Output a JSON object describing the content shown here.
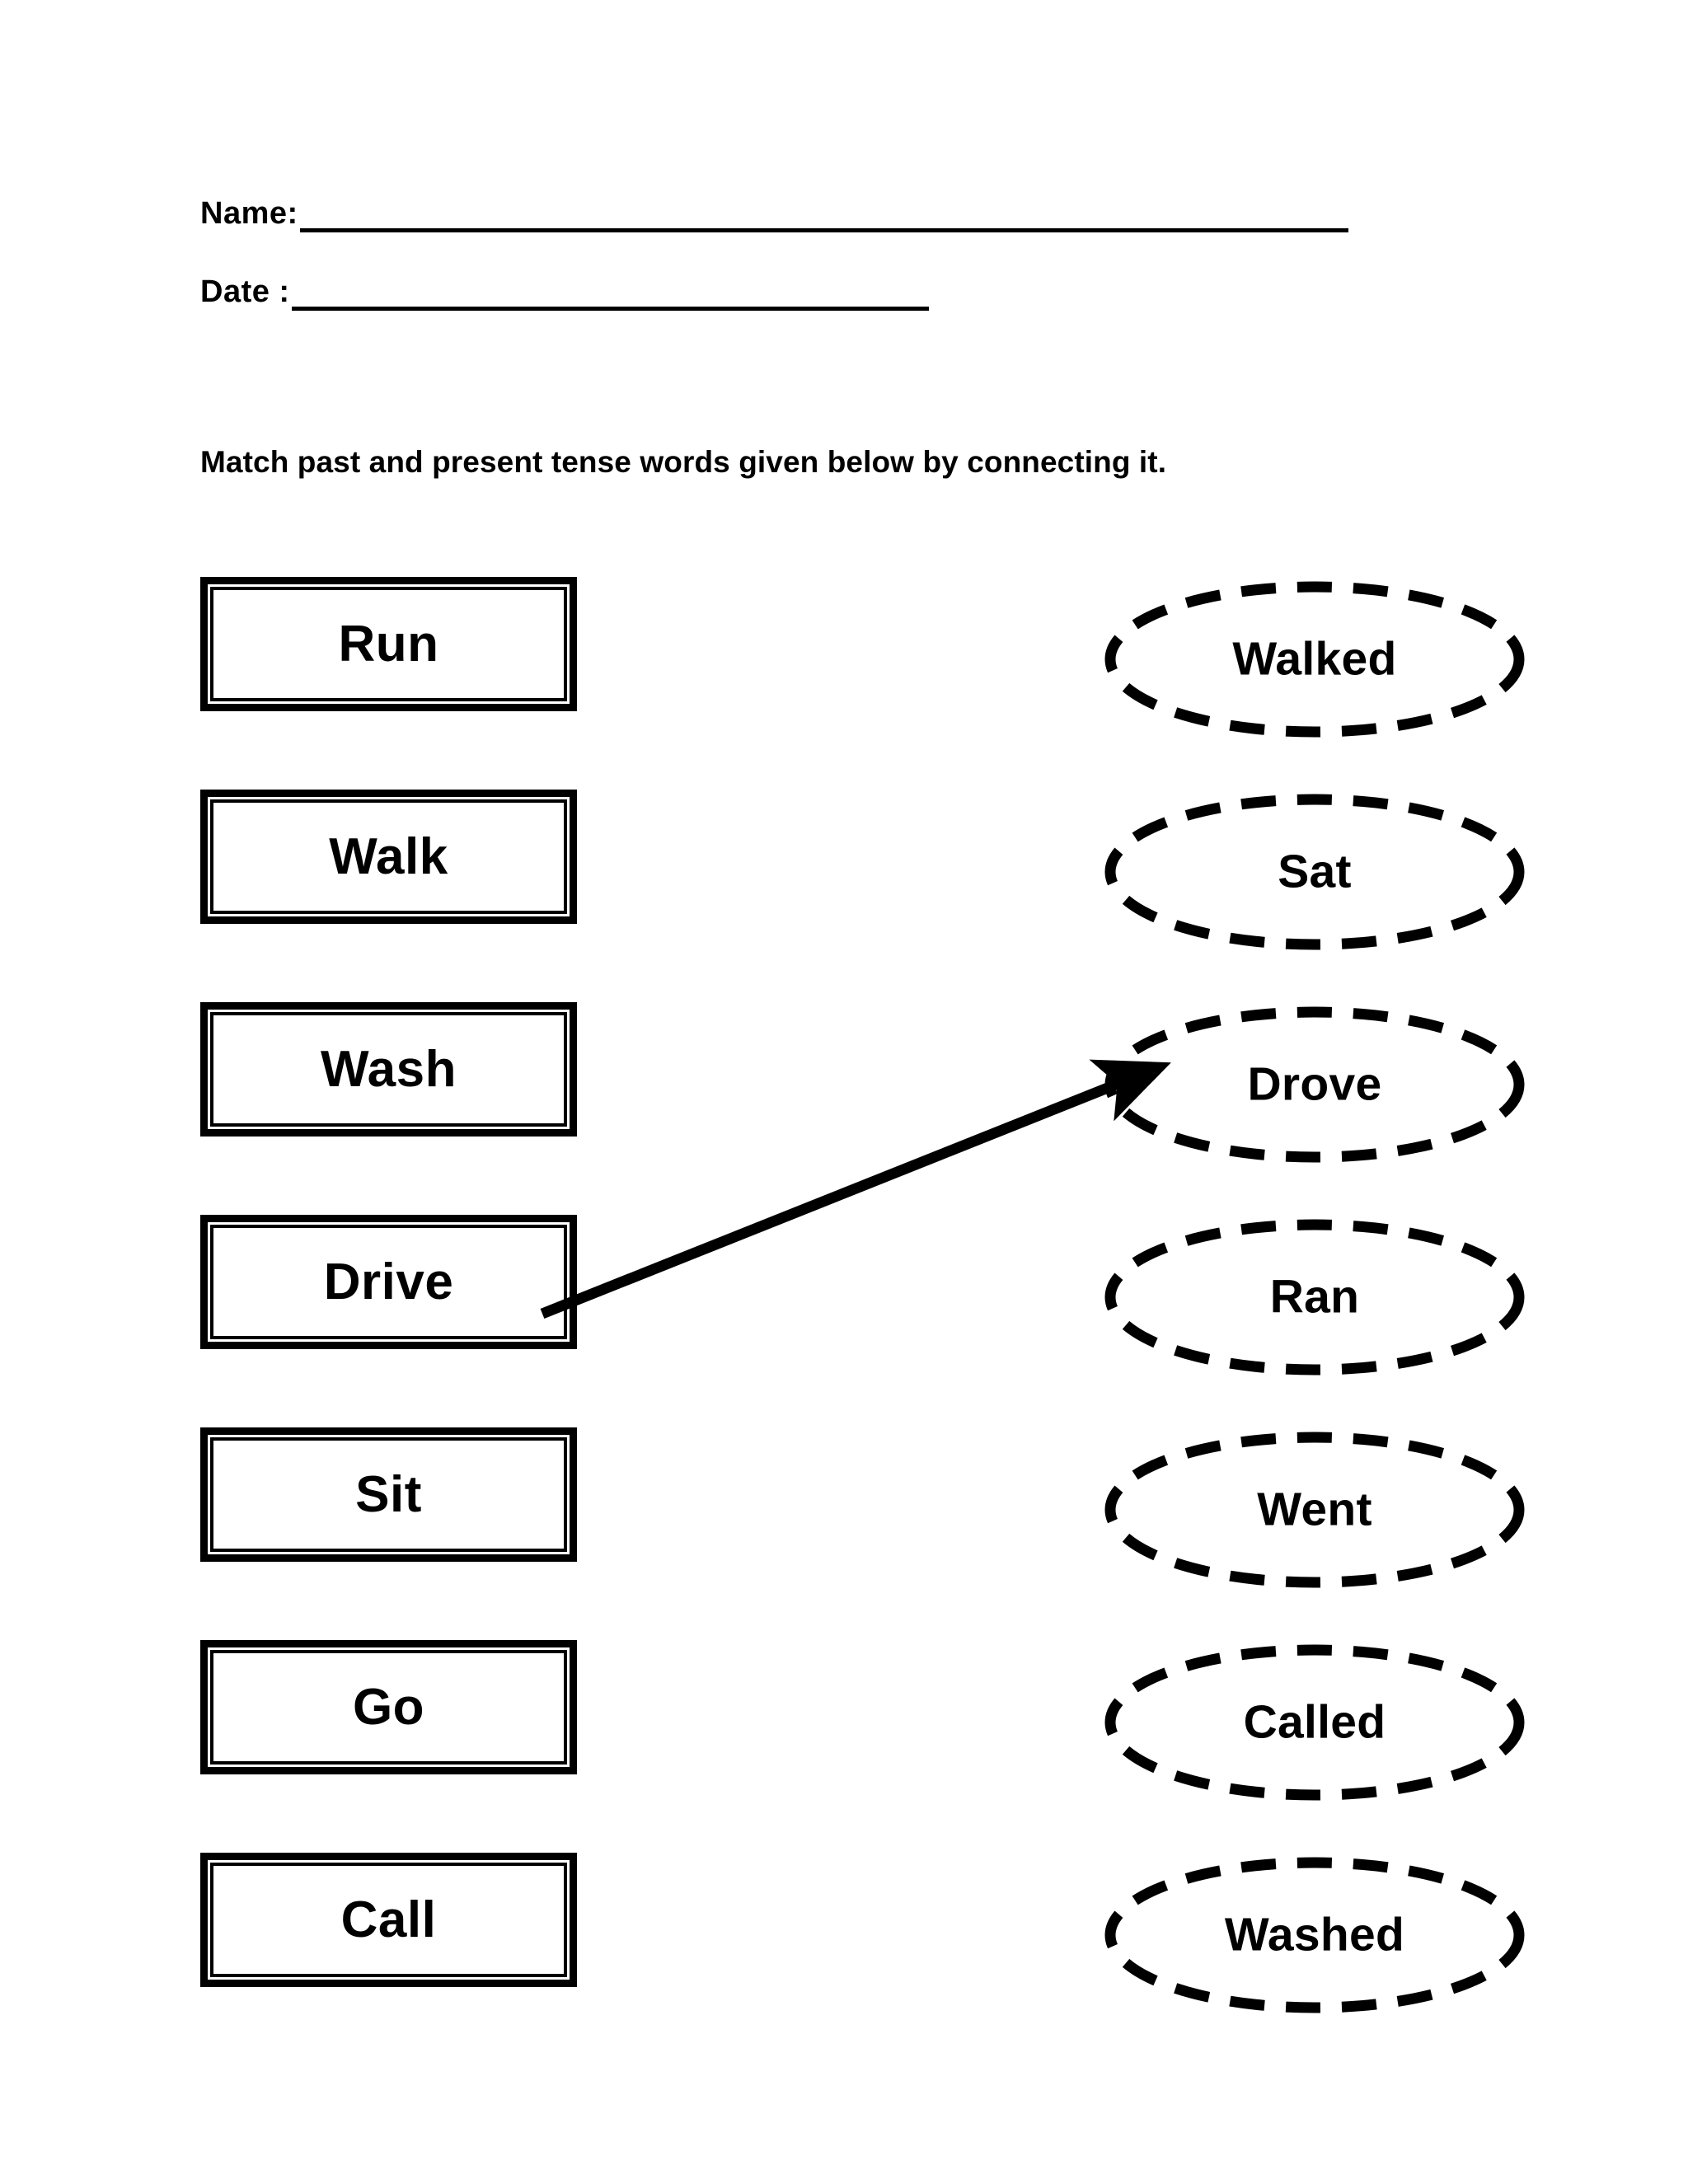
{
  "header": {
    "name_label": "Name:",
    "name_value": "",
    "date_label": "Date  :",
    "date_value": ""
  },
  "instruction": "Match past and present tense words given below by connecting it.",
  "present_tense": {
    "heading": "",
    "items": [
      {
        "word": "Run"
      },
      {
        "word": "Walk"
      },
      {
        "word": "Wash"
      },
      {
        "word": "Drive"
      },
      {
        "word": "Sit"
      },
      {
        "word": "Go"
      },
      {
        "word": "Call"
      }
    ]
  },
  "past_tense": {
    "heading": "",
    "items": [
      {
        "word": "Walked"
      },
      {
        "word": "Sat"
      },
      {
        "word": "Drove"
      },
      {
        "word": "Ran"
      },
      {
        "word": "Went"
      },
      {
        "word": "Called"
      },
      {
        "word": "Washed"
      }
    ]
  },
  "connections": [
    {
      "from": "Drive",
      "to": "Drove"
    }
  ],
  "colors": {
    "ink": "#000000",
    "paper": "#ffffff"
  }
}
